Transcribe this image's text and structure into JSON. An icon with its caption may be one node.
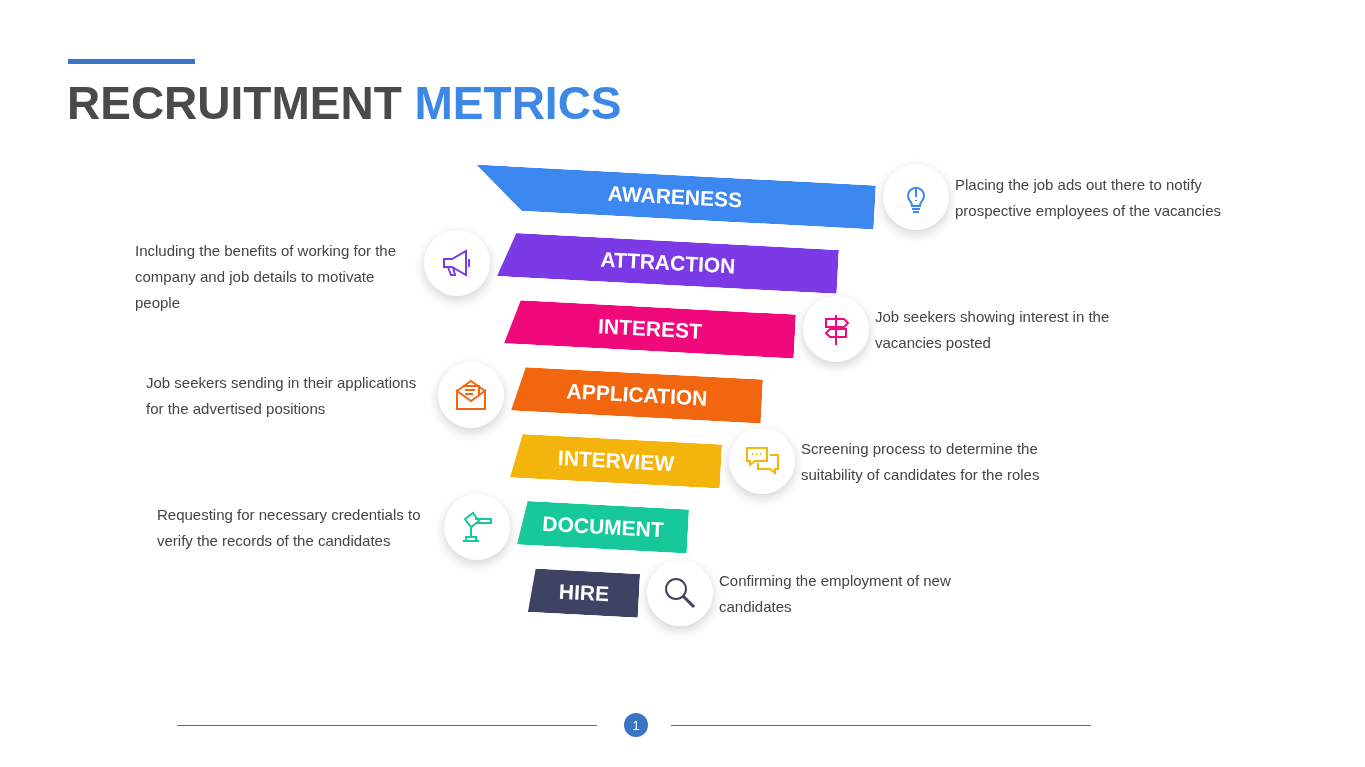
{
  "diagram": {
    "title": "RECRUITMENT METRICS",
    "nodes": [
      {
        "text": [
          "AWARENESS"
        ]
      },
      {
        "text": [
          "ATTRACTION"
        ]
      },
      {
        "text": [
          "INTEREST"
        ]
      },
      {
        "text": [
          "APPLICATION"
        ]
      },
      {
        "text": [
          "INTERVIEW"
        ]
      },
      {
        "text": [
          "DOCUMENT"
        ]
      },
      {
        "text": [
          "HIRE"
        ]
      }
    ],
    "labels": [
      "Including the benefits of working for the company and job details to motivate people",
      "Placing the job ads out there to notify prospective employees of the vacancies",
      "Job seekers sending in their applications for the advertised positions",
      "Job seekers showing interest in the vacancies posted",
      "Screening process to determine the suitability of candidates for the roles",
      "Requesting for necessary credentials to verify the records of the candidates",
      "Confirming the employment of new candidates",
      "1"
    ]
  }
}
